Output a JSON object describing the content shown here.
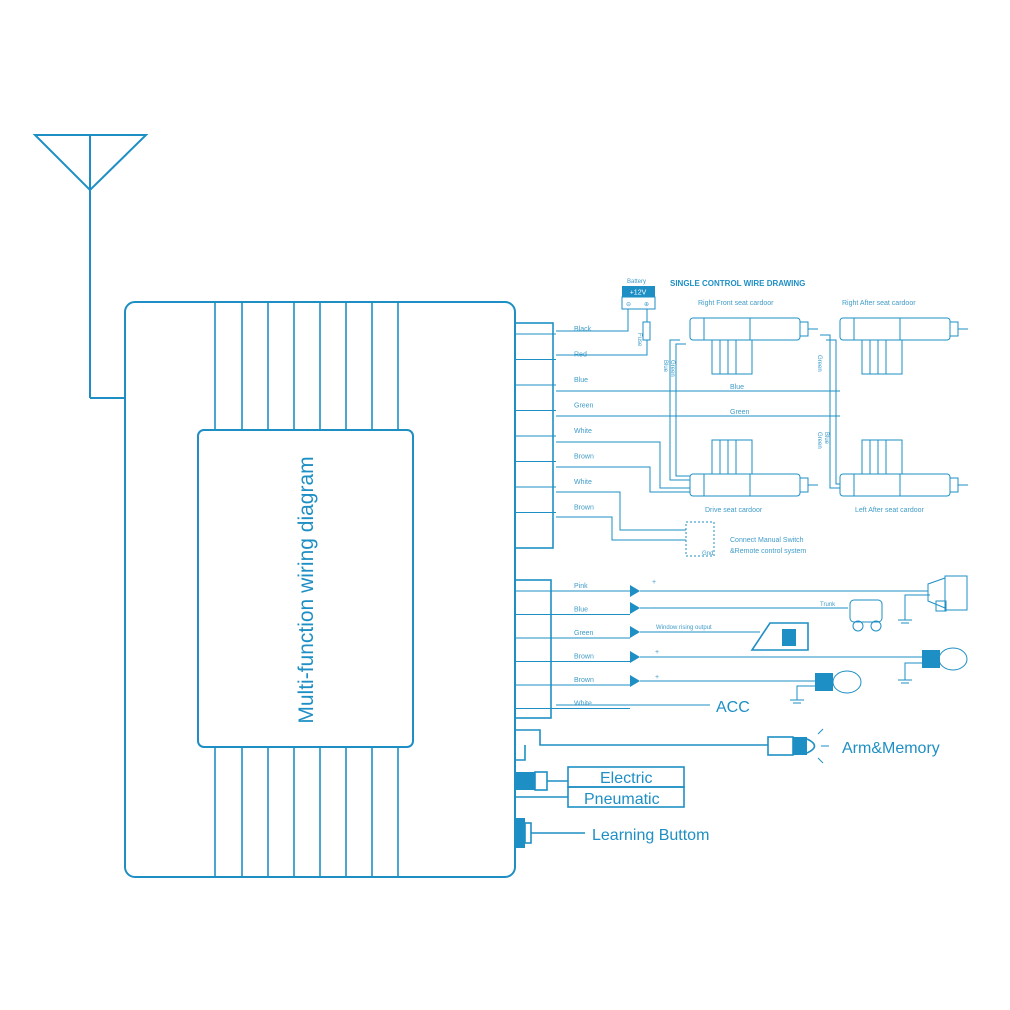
{
  "diagram": {
    "title": "Multi-function wiring diagram",
    "top_harness": {
      "wires": [
        "Black",
        "Red",
        "Blue",
        "Green",
        "White",
        "Brown",
        "White",
        "Brown"
      ]
    },
    "bottom_harness": {
      "wires": [
        "Pink",
        "Blue",
        "Green",
        "Brown",
        "Brown",
        "White"
      ]
    },
    "single_control": {
      "heading": "SINGLE CONTROL WIRE DRAWING",
      "battery_label": "Battery",
      "battery_voltage": "+12V",
      "fuse_label": "Fuse",
      "doors": {
        "right_front": "Right Front seat cardoor",
        "right_after": "Right After seat cardoor",
        "drive": "Drive seat cardoor",
        "left_after": "Left After seat cardoor"
      },
      "wire_tags": {
        "blue_v1": "Blue",
        "green_v1": "Green",
        "blue_h": "Blue",
        "green_h": "Green",
        "green_v2": "Green",
        "green_v3": "Green",
        "blue_v3": "Blue"
      },
      "switch_note_1": "Connect Manual Switch",
      "switch_note_2": "&Remote control system",
      "gnd": "Gnd"
    },
    "outputs": {
      "plus": "+",
      "minus": "−",
      "trunk": "Trunk",
      "window": "Window rising output",
      "acc": "ACC",
      "arm_memory": "Arm&Memory",
      "electric": "Electric",
      "pneumatic": "Pneumatic",
      "learning": "Learning Buttom"
    },
    "colors": {
      "line": "#1e8fc4",
      "fill": "#1e8fc4"
    }
  }
}
